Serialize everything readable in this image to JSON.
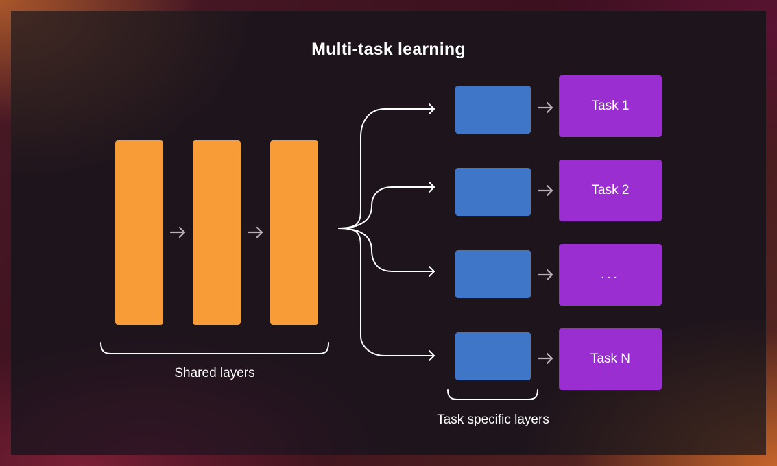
{
  "title": "Multi-task learning",
  "shared_layers": {
    "count": 3,
    "label": "Shared layers",
    "color": "#f89c38"
  },
  "task_specific_layers": {
    "count": 4,
    "label": "Task specific layers",
    "color": "#3f76c8"
  },
  "tasks": [
    {
      "label": "Task 1"
    },
    {
      "label": "Task 2"
    },
    {
      "label": "..."
    },
    {
      "label": "Task N"
    }
  ],
  "colors": {
    "task_box": "#9a2ed1",
    "connector": "#ffffff",
    "arrow": "#b9b0b6"
  }
}
